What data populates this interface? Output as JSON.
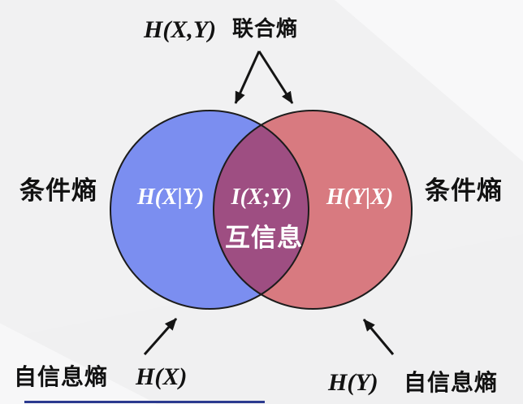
{
  "title": {
    "formula": "H(X,Y)",
    "label": "联合熵"
  },
  "venn": {
    "left": {
      "formula": "H(X|Y)",
      "color": "#7b8ef0"
    },
    "right": {
      "formula": "H(Y|X)",
      "color": "#d87a80"
    },
    "intersection": {
      "formula": "I(X;Y)",
      "label": "互信息",
      "color": "#9e4e82"
    }
  },
  "labels": {
    "left_conditional": "条件熵",
    "right_conditional": "条件熵",
    "bottom_left": {
      "label": "自信息熵",
      "formula": "H(X)"
    },
    "bottom_right": {
      "formula": "H(Y)",
      "label": "自信息熵"
    }
  },
  "colors": {
    "background": "#f1f1f2",
    "circle_outline": "#1c1c1c",
    "arrow": "#141414",
    "dark_text": "#121212",
    "inner_text": "#ffffff",
    "accent_line": "#2b3a8f"
  }
}
